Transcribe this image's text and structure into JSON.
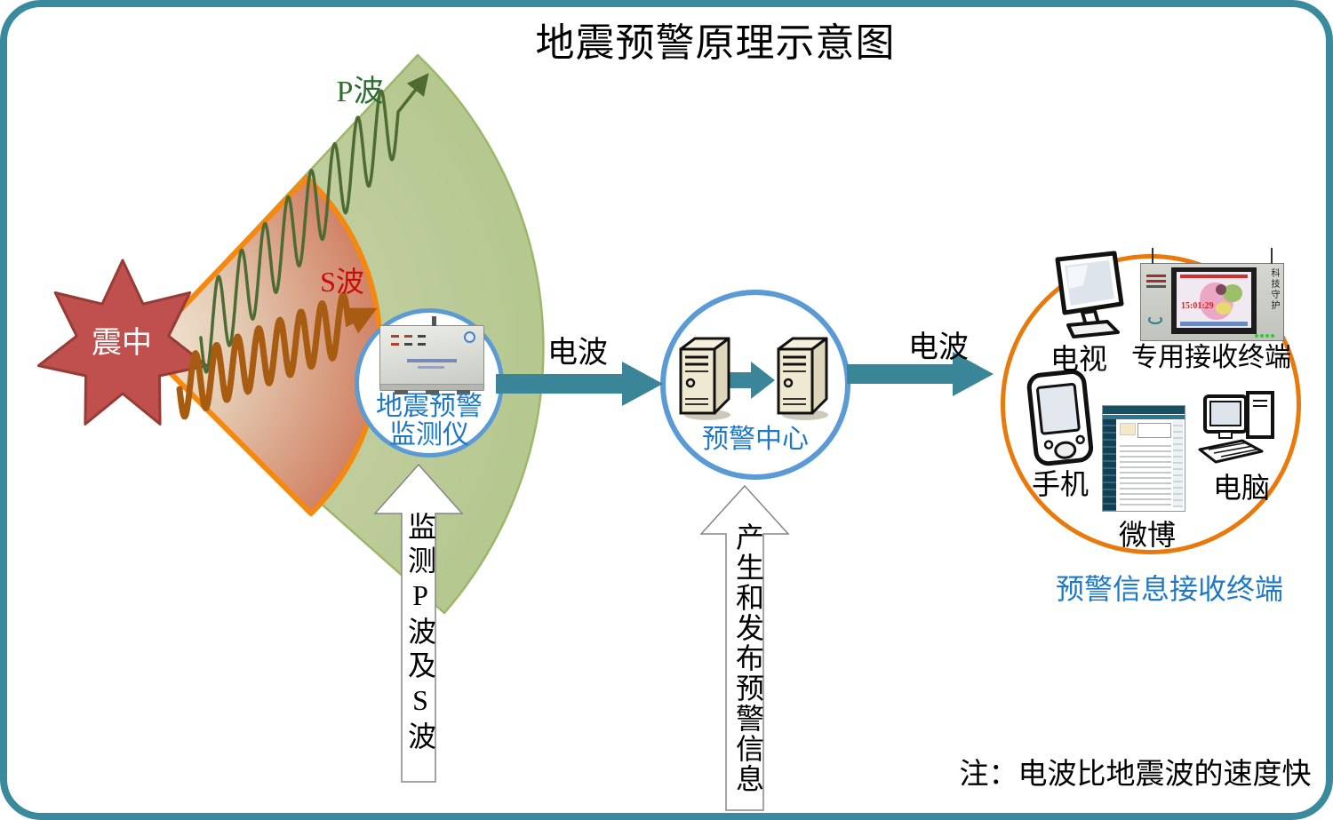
{
  "header": {
    "title": "地震预警原理示意图"
  },
  "epicenter": {
    "label": "震中"
  },
  "waves": {
    "p_label": "P波",
    "s_label": "S波"
  },
  "links": {
    "radio1": "电波",
    "radio2": "电波"
  },
  "monitor": {
    "line1": "地震预警",
    "line2": "监测仪",
    "arrow_text": "监测P波及S波"
  },
  "center": {
    "label": "预警中心",
    "arrow_text": "产生和发布预警信息"
  },
  "receivers": {
    "tv": "电视",
    "terminal": "专用接收终端",
    "terminal_time": "15:01:29",
    "terminal_side": "科技守护",
    "phone": "手机",
    "weibo": "微博",
    "computer": "电脑",
    "caption": "预警信息接收终端"
  },
  "note": {
    "text": "注：电波比地震波的速度快"
  },
  "colors": {
    "page_border": "#3A8A9E",
    "p_zone_green": "#BCCB97",
    "s_zone_border_orange": "#F5880F",
    "epicenter_red": "#C0504D",
    "circle_blue": "#5B9BD5",
    "receiver_circle_orange": "#E8790A",
    "radio_arrow_teal": "#3A8598",
    "label_blue": "#1E78C8",
    "p_wave_green": "#4D6B33",
    "s_wave_brown": "#A85C12"
  }
}
